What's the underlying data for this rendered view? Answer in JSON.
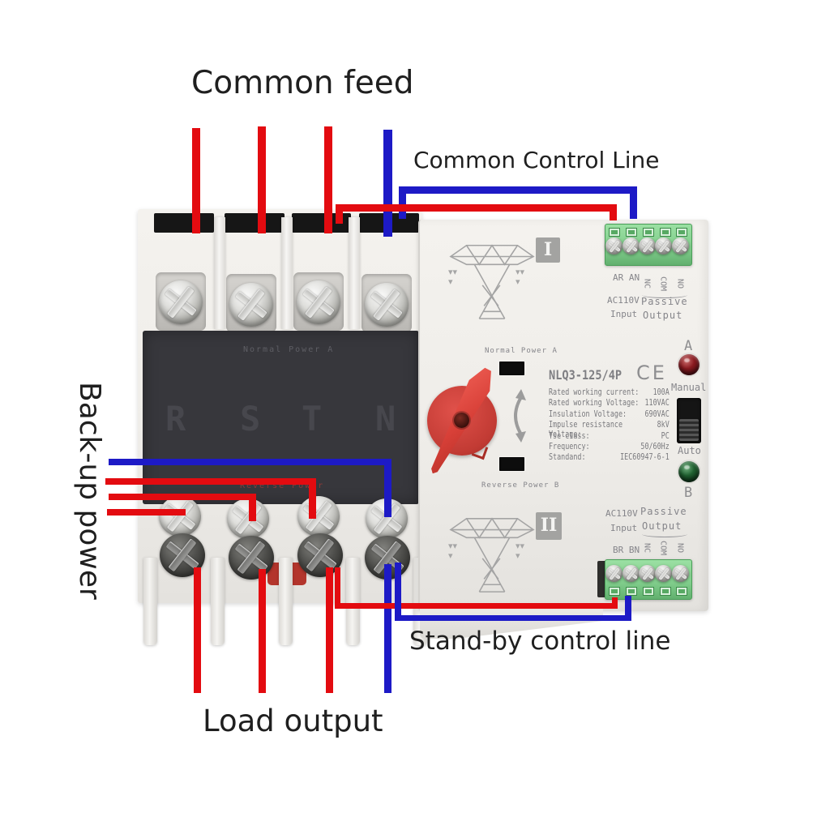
{
  "colors": {
    "wire_red": "#e30b10",
    "wire_blue": "#1d1ac6",
    "handle_red": "#df4038",
    "terminal_green": "#8ed893",
    "led_red": "#8a1a20",
    "led_green": "#1f6030",
    "panel_dark": "#37373c",
    "casing_light": "#f2f0ec"
  },
  "annotations": {
    "common_feed": "Common feed",
    "common_control_line": "Common Control Line",
    "backup_power": "Back-up power",
    "standby_control_line": "Stand-by control line",
    "load_output": "Load output"
  },
  "device": {
    "model": "NLQ3-125/4P",
    "ce_mark": "CE",
    "badge_top": "I",
    "badge_bottom": "II",
    "indicator_a": "A",
    "indicator_b": "B",
    "mode_manual": "Manual",
    "mode_auto": "Auto",
    "normal_power_label": "Normal Power A",
    "reverse_power_label": "Reverse Power B",
    "panel": {
      "normal_power": "Normal Power A",
      "reverse_power": "Reverse Power",
      "phases": [
        "R",
        "S",
        "T",
        "N"
      ]
    },
    "specs": [
      {
        "label": "Rated working current:",
        "value": "100A"
      },
      {
        "label": "Rated working Voltage:",
        "value": "110VAC"
      },
      {
        "label": "Insulation Voltage:",
        "value": "690VAC"
      },
      {
        "label": "Impulse resistance Voltage:",
        "value": "8kV"
      },
      {
        "label": "Tse class:",
        "value": "PC"
      },
      {
        "label": "Frequency:",
        "value": "50/60Hz"
      },
      {
        "label": "Standand:",
        "value": "IEC60947-6-1"
      }
    ],
    "top_terminal": {
      "pins_left": "AR AN",
      "pins_rotated": [
        "NC",
        "COM",
        "NO"
      ],
      "input_line1": "AC110V",
      "input_line2": "Input",
      "output_line1": "Passive",
      "output_line2": "Output"
    },
    "bottom_terminal": {
      "pins_left": "BR BN",
      "pins_rotated": [
        "NC",
        "COM",
        "NO"
      ],
      "input_line1": "AC110V",
      "input_line2": "Input",
      "output_line1": "Passive",
      "output_line2": "Output"
    }
  },
  "icons": {
    "chevron_down_column": "▾▾▾"
  }
}
